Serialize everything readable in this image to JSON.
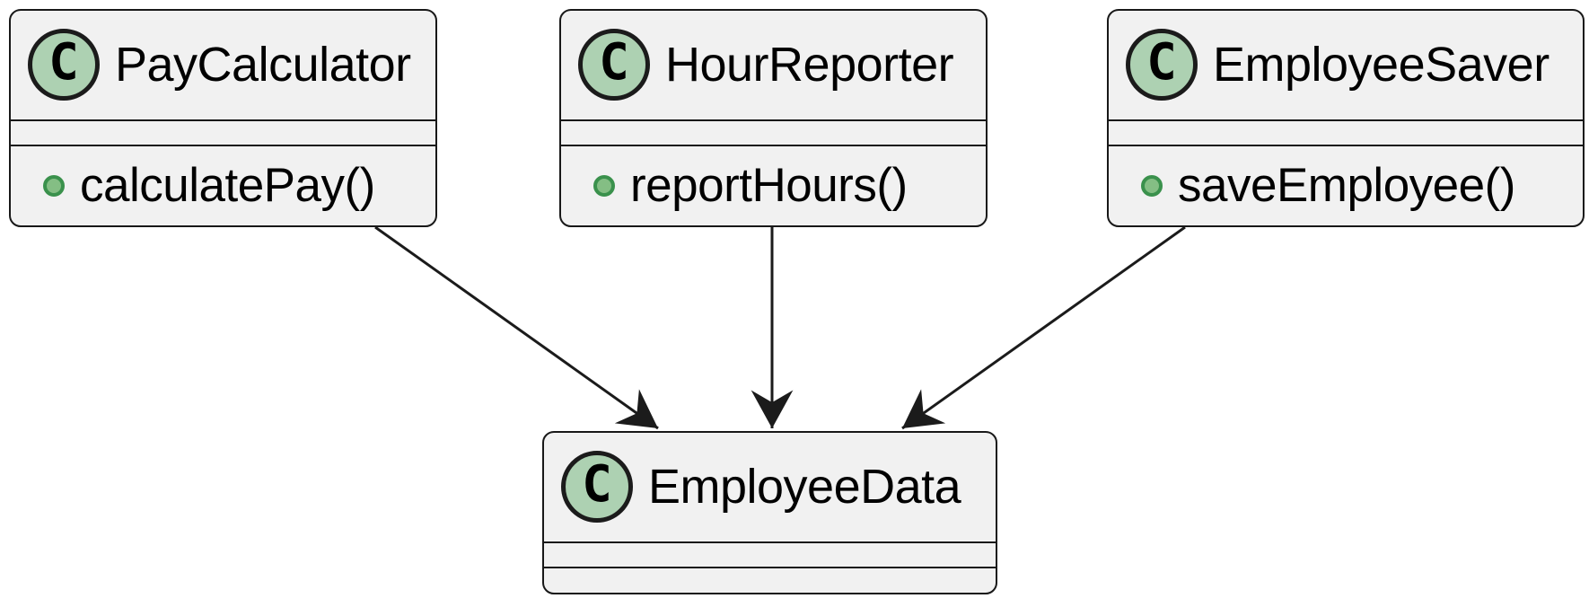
{
  "diagram": {
    "kind": "uml-class-diagram",
    "badge": {
      "letter": "C"
    },
    "classes": [
      {
        "name": "PayCalculator",
        "attributes": [],
        "methods": [
          "calculatePay()"
        ]
      },
      {
        "name": "HourReporter",
        "attributes": [],
        "methods": [
          "reportHours()"
        ]
      },
      {
        "name": "EmployeeSaver",
        "attributes": [],
        "methods": [
          "saveEmployee()"
        ]
      },
      {
        "name": "EmployeeData",
        "attributes": [],
        "methods": []
      }
    ],
    "relations": [
      {
        "from": "PayCalculator",
        "to": "EmployeeData",
        "kind": "directed-arrow"
      },
      {
        "from": "HourReporter",
        "to": "EmployeeData",
        "kind": "directed-arrow"
      },
      {
        "from": "EmployeeSaver",
        "to": "EmployeeData",
        "kind": "directed-arrow"
      }
    ],
    "colors": {
      "background": "#ffffff",
      "box_fill": "#f1f1f1",
      "box_border": "#181818",
      "divider": "#181818",
      "arrow": "#1b1b1b",
      "badge_fill": "#add1b2",
      "badge_border": "#1b1b1b",
      "bullet_fill": "#84be84",
      "bullet_border": "#3a914c",
      "text": "#000000"
    }
  }
}
